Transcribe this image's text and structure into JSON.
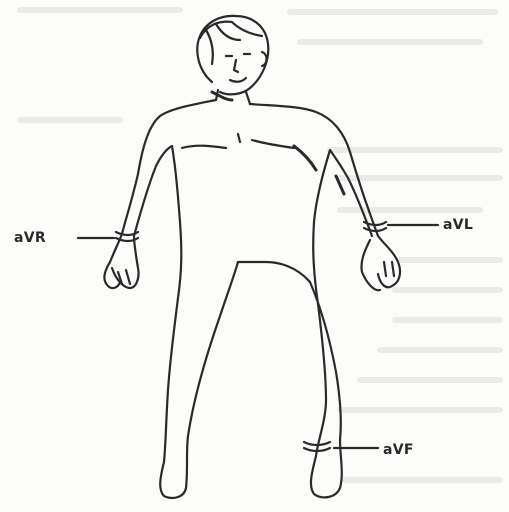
{
  "labels": {
    "avr": "aVR",
    "avl": "aVL",
    "avf": "aVF"
  },
  "colors": {
    "ink": "#2a2a2a",
    "background": "#fcfcfb",
    "bleed_through": "#e4e4e2"
  }
}
